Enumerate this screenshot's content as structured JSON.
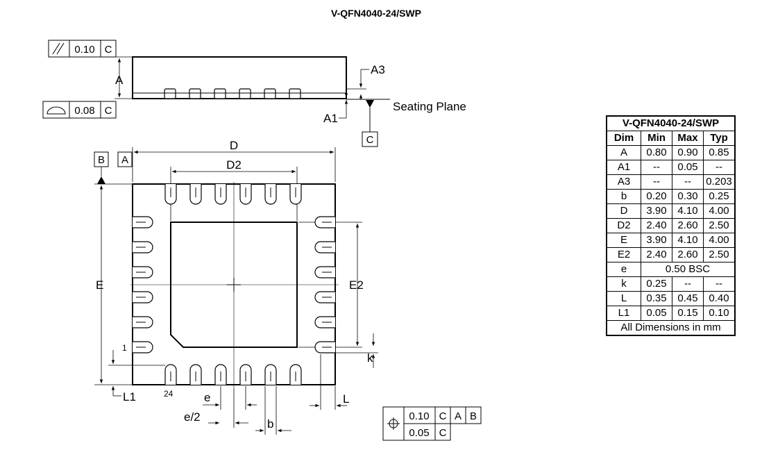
{
  "title": "V-QFN4040-24/SWP",
  "side_view": {
    "label_A": "A",
    "label_A1": "A1",
    "label_A3": "A3",
    "seating_plane": "Seating Plane",
    "datum_C": "C",
    "fcf_parallelism": {
      "tolerance": "0.10",
      "datum": "C"
    },
    "fcf_profile": {
      "tolerance": "0.08",
      "datum": "C"
    }
  },
  "bottom_view": {
    "datum_B": "B",
    "datum_A": "A",
    "label_D": "D",
    "label_D2": "D2",
    "label_E": "E",
    "label_E2": "E2",
    "label_k": "k",
    "label_L": "L",
    "label_L1": "L1",
    "label_e": "e",
    "label_e_half": "e/2",
    "label_b": "b",
    "pin_1": "1",
    "pin_24": "24",
    "fcf_position": {
      "row1": {
        "tolerance": "0.10",
        "datums": [
          "C",
          "A",
          "B"
        ]
      },
      "row2": {
        "tolerance": "0.05",
        "datums": [
          "C"
        ]
      }
    }
  },
  "table": {
    "title": "V-QFN4040-24/SWP",
    "headers": [
      "Dim",
      "Min",
      "Max",
      "Typ"
    ],
    "rows": [
      [
        "A",
        "0.80",
        "0.90",
        "0.85"
      ],
      [
        "A1",
        "--",
        "0.05",
        "--"
      ],
      [
        "A3",
        "--",
        "--",
        "0.203"
      ],
      [
        "b",
        "0.20",
        "0.30",
        "0.25"
      ],
      [
        "D",
        "3.90",
        "4.10",
        "4.00"
      ],
      [
        "D2",
        "2.40",
        "2.60",
        "2.50"
      ],
      [
        "E",
        "3.90",
        "4.10",
        "4.00"
      ],
      [
        "E2",
        "2.40",
        "2.60",
        "2.50"
      ],
      [
        "k",
        "0.25",
        "--",
        "--"
      ],
      [
        "L",
        "0.35",
        "0.45",
        "0.40"
      ],
      [
        "L1",
        "0.05",
        "0.15",
        "0.10"
      ]
    ],
    "e_row": {
      "dim": "e",
      "value": "0.50 BSC"
    },
    "footer": "All Dimensions in mm"
  }
}
